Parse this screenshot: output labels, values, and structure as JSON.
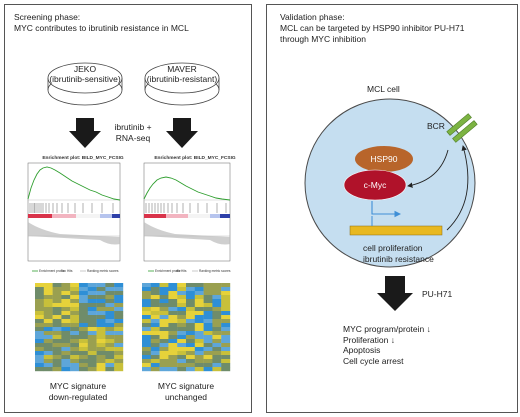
{
  "screening": {
    "heading_line1": "Screening phase:",
    "heading_line2": "MYC contributes to ibrutinib resistance in MCL",
    "cell_line_left": "JEKO",
    "cell_line_left_sub": "(ibrutinib-sensitive)",
    "cell_line_right": "MAVER",
    "cell_line_right_sub": "(ibrutinib-resistant)",
    "treatment_line1": "ibrutinib +",
    "treatment_line2": "RNA-seq",
    "gsea_title_left": "Enrichment plot: BILD_MYC_FCSIG",
    "gsea_title_right": "Enrichment plot: BILD_MYC_FCSIG",
    "gsea_legend_profile": "Enrichment profile",
    "gsea_legend_hits": "Hits",
    "gsea_legend_ranking": "Ranking metric scores",
    "result_left_line1": "MYC signature",
    "result_left_line2": "down-regulated",
    "result_right_line1": "MYC signature",
    "result_right_line2": "unchanged"
  },
  "validation": {
    "heading_line1": "Validation phase:",
    "heading_line2": "MCL can be targeted by HSP90 inhibitor PU-H71",
    "heading_line3": "through MYC inhibition",
    "cell_label": "MCL cell",
    "receptor_label": "BCR",
    "chaperone_label": "HSP90",
    "oncogene_label": "c-Myc",
    "phenotype_line1": "cell proliferation",
    "phenotype_line2": "ibrutinib resistance",
    "drug_label": "PU-H71",
    "outcomes": [
      "MYC program/protein ↓",
      "Proliferation ↓",
      "Apoptosis",
      "Cell cycle arrest"
    ]
  },
  "colors": {
    "cell_fill": "#c5def0",
    "receptor_green": "#7cb342",
    "hsp90_brown": "#b8652b",
    "cmyc_red": "#b0122a",
    "gene_bar_yellow": "#e8b820",
    "promoter_arrow_blue": "#3f8fd6",
    "gsea_line_green": "#2e9e2e",
    "heatmap_yellow": "#e6d23a",
    "heatmap_blue": "#2e8fd6"
  }
}
